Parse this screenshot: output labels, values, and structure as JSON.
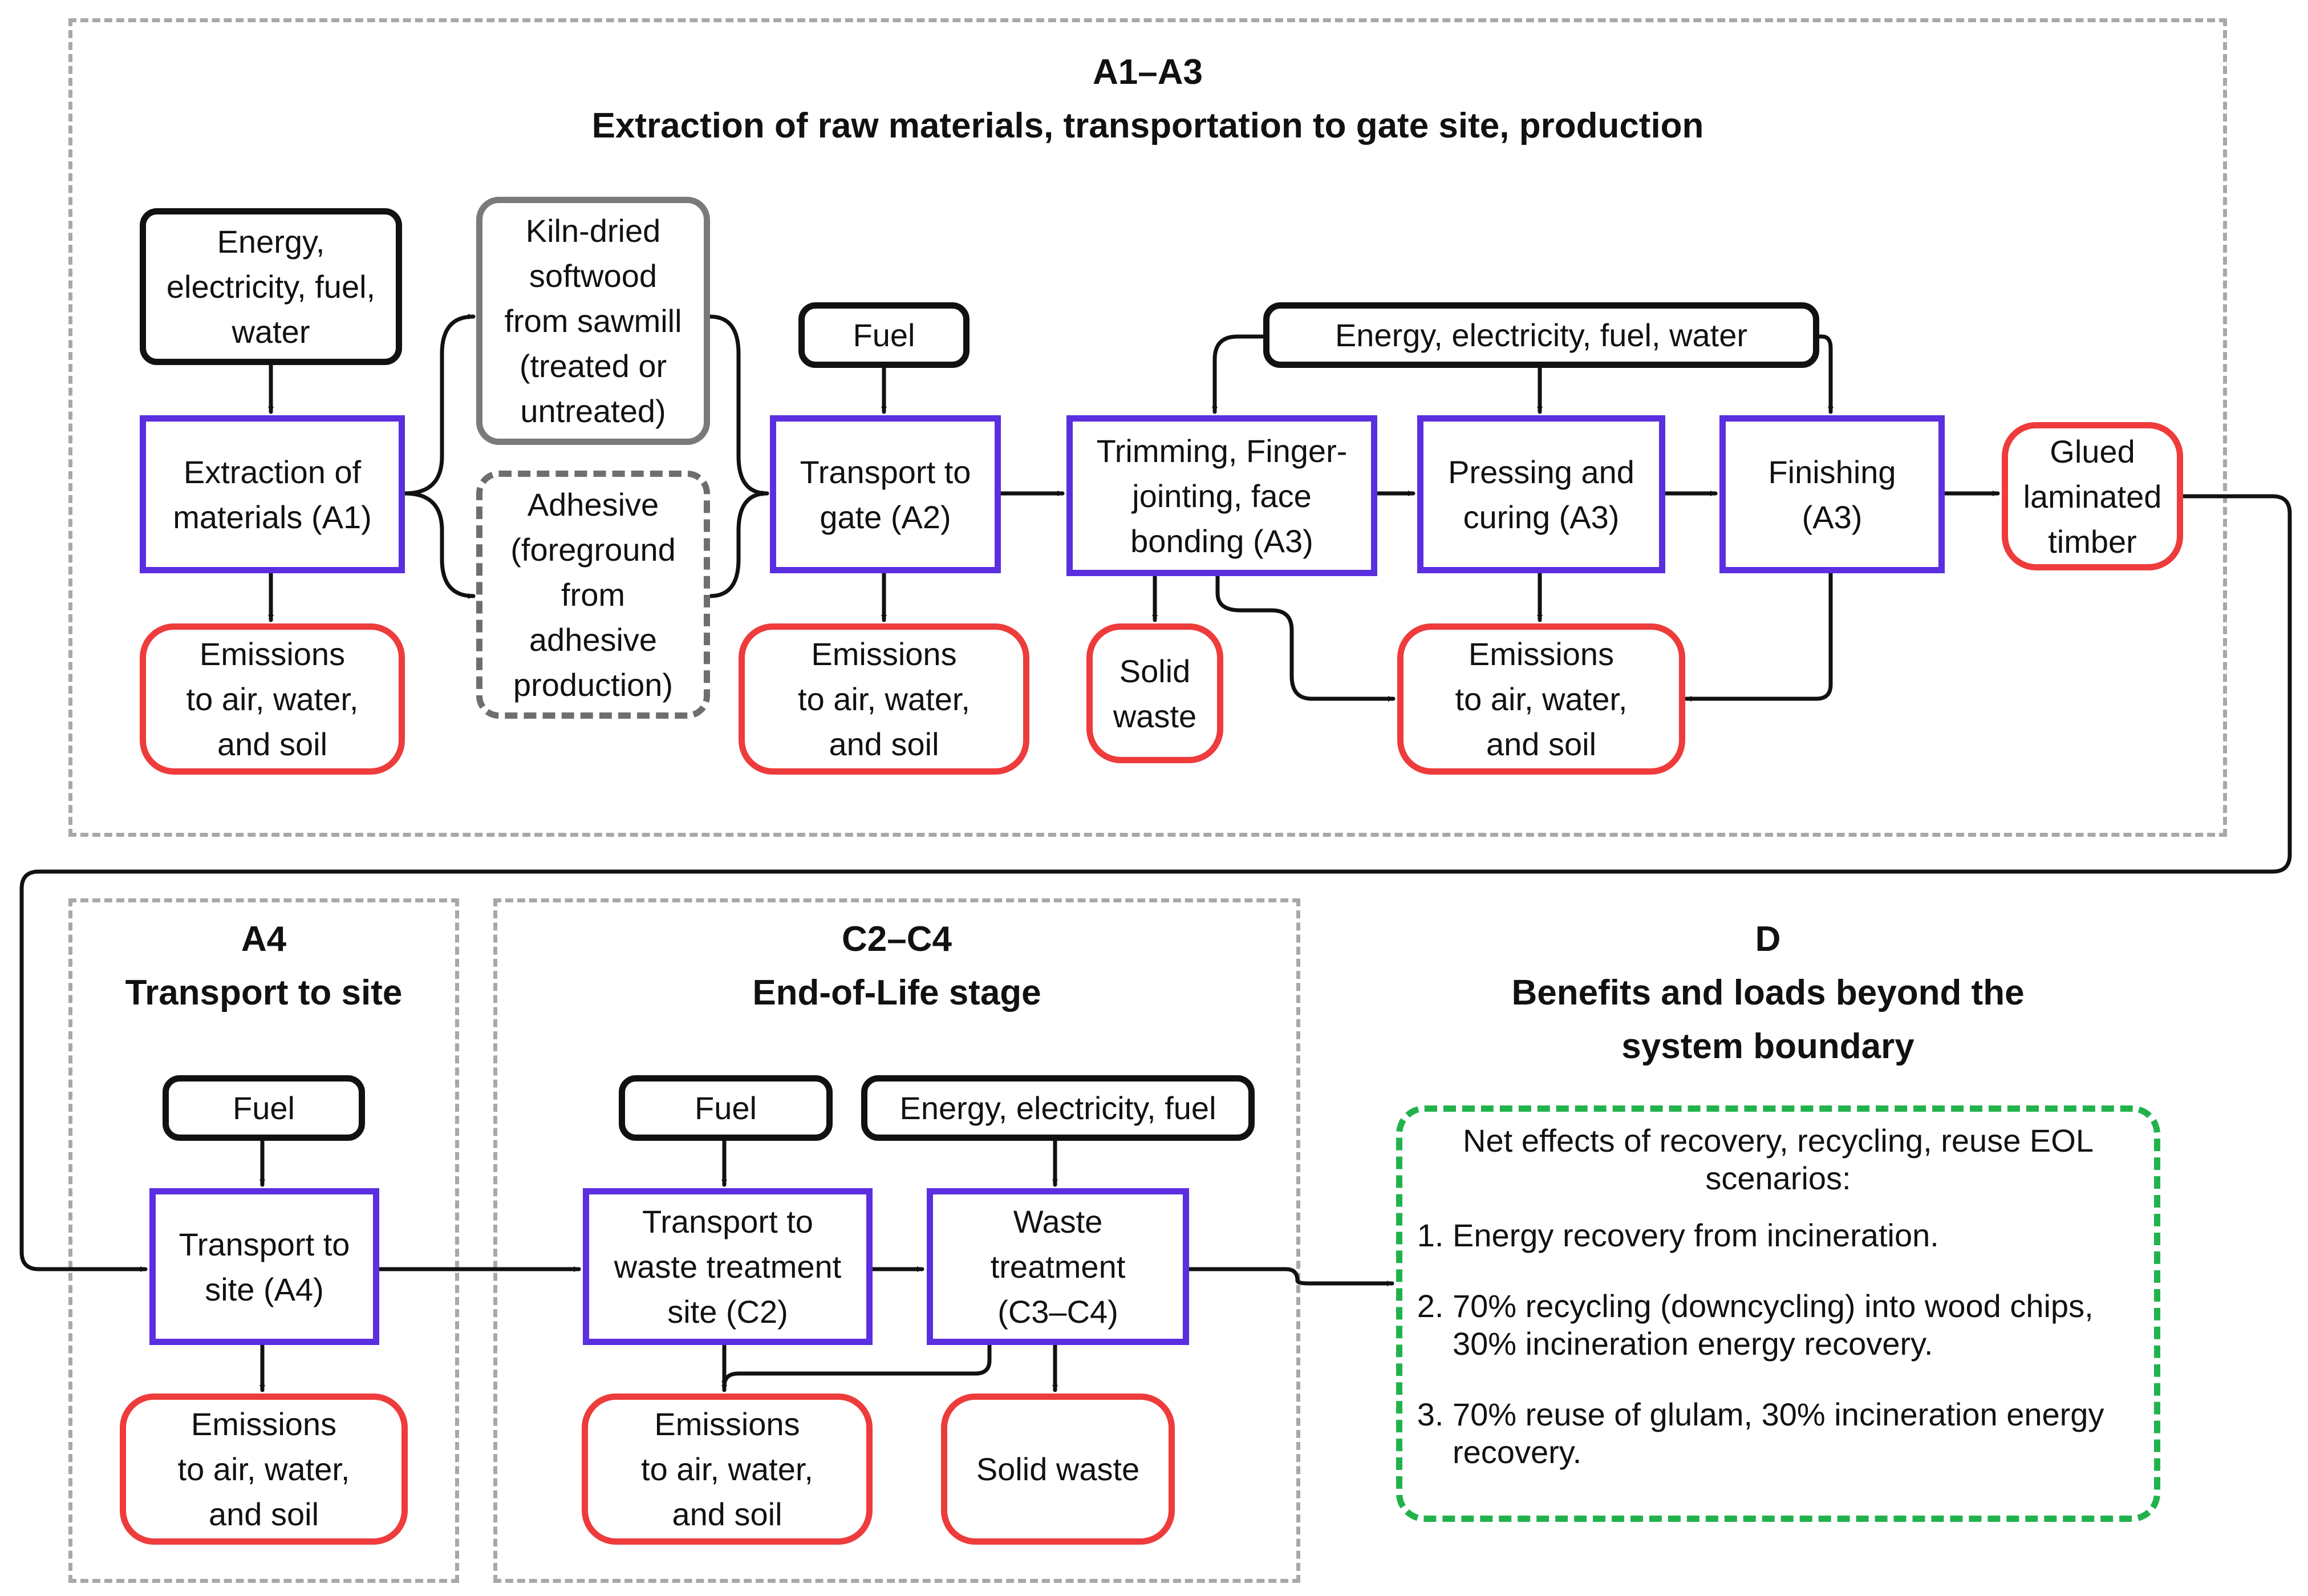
{
  "sections": {
    "a1a3": {
      "code": "A1–A3",
      "title": "Extraction of raw materials, transportation to gate site, production"
    },
    "a4": {
      "code": "A4",
      "title": "Transport to site"
    },
    "c2c4": {
      "code": "C2–C4",
      "title": "End-of-Life stage"
    },
    "d": {
      "code": "D",
      "title": "Benefits and loads beyond the system boundary"
    }
  },
  "nodes": {
    "energy_a1": "Energy,\nelectricity, fuel,\nwater",
    "extraction_a1": "Extraction of\nmaterials (A1)",
    "emissions_a1": "Emissions\nto air, water,\nand soil",
    "kiln_softwood": "Kiln-dried\nsoftwood\nfrom sawmill\n(treated or\nuntreated)",
    "adhesive": "Adhesive\n(foreground\nfrom\nadhesive\nproduction)",
    "fuel_a2": "Fuel",
    "transport_gate_a2": "Transport to\ngate (A2)",
    "emissions_a2": "Emissions\nto air, water,\nand soil",
    "energy_a3": "Energy, electricity, fuel, water",
    "trimming_a3": "Trimming, Finger-\njointing, face\nbonding (A3)",
    "solid_waste_a3": "Solid\nwaste",
    "pressing_a3": "Pressing and\ncuring (A3)",
    "emissions_a3": "Emissions\nto air, water,\nand soil",
    "finishing_a3": "Finishing\n(A3)",
    "glulam": "Glued\nlaminated\ntimber",
    "fuel_a4": "Fuel",
    "transport_site_a4": "Transport to\nsite (A4)",
    "emissions_a4": "Emissions\nto air, water,\nand soil",
    "fuel_c2": "Fuel",
    "transport_waste_c2": "Transport to\nwaste treatment\nsite (C2)",
    "emissions_c2": "Emissions\nto air, water,\nand soil",
    "energy_c3": "Energy, electricity, fuel",
    "waste_treatment": "Waste\ntreatment\n(C3–C4)",
    "solid_waste_c": "Solid waste"
  },
  "benefits": {
    "heading": "Net effects of recovery, recycling, reuse EOL scenarios:",
    "items": [
      "Energy recovery from incineration.",
      "70% recycling (downcycling) into wood chips, 30% incineration energy recovery.",
      "70% reuse of glulam, 30% incineration energy recovery."
    ]
  },
  "colors": {
    "input_border": "#111111",
    "process_border": "#5b2ee0",
    "emission_border": "#ee3b3b",
    "benefit_border": "#22b24c",
    "frame_border": "#a8a8a8"
  }
}
